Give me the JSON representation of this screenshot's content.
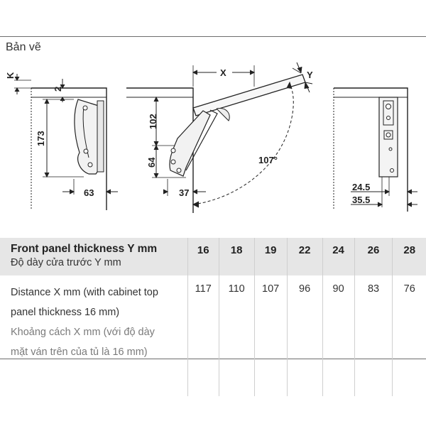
{
  "heading": "Bản vẽ",
  "drawing": {
    "dim_k": "K",
    "dim_2": "2",
    "dim_173": "173",
    "dim_63": "63",
    "dim_x": "X",
    "dim_y": "Y",
    "dim_102": "102",
    "dim_64": "64",
    "dim_37": "37",
    "dim_107": "107°",
    "dim_24_5": "24.5",
    "dim_35_5": "35.5"
  },
  "table": {
    "header_en": "Front panel thickness Y mm",
    "header_vi": "Độ dày cửa trước Y mm",
    "thickness": [
      "16",
      "18",
      "19",
      "22",
      "24",
      "26",
      "28"
    ],
    "row_label_en_1": "Distance X mm (with cabinet top",
    "row_label_en_2": "panel thickness 16 mm)",
    "row_label_vi_1": "Khoảng cách X mm (với độ dày",
    "row_label_vi_2": "mặt ván trên của tủ là 16 mm)",
    "distance": [
      "117",
      "110",
      "107",
      "96",
      "90",
      "83",
      "76"
    ]
  }
}
